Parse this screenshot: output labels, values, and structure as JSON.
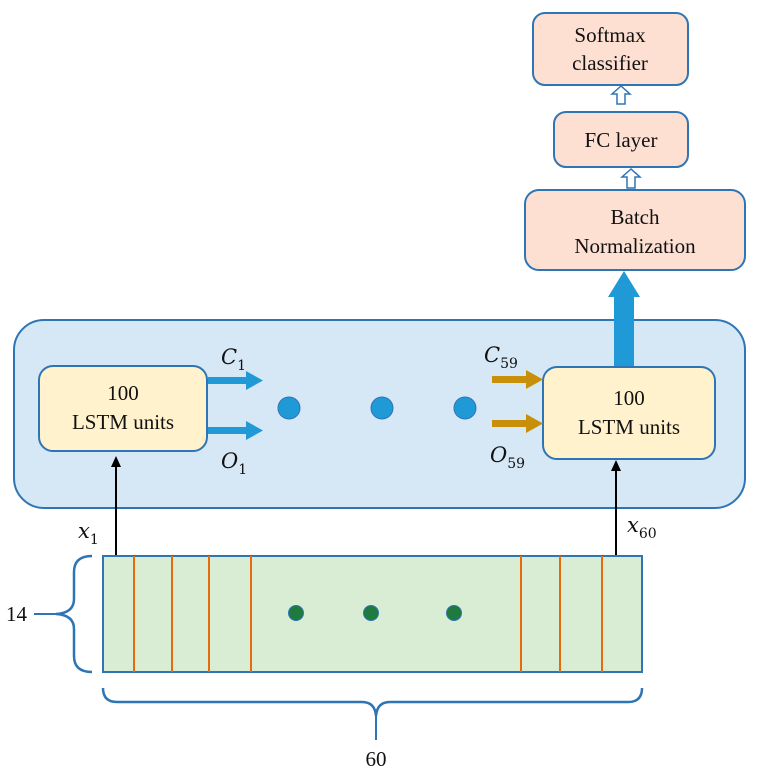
{
  "colors": {
    "lstm_container_fill": "#d6e7f5",
    "lstm_container_stroke": "#2e75b6",
    "lstm_box_fill": "#fff2cc",
    "head_box_fill": "#fde0d2",
    "input_grid_fill": "#d9ecd4",
    "grid_line": "#e46c0a",
    "cell_arrow": "#1f9ad6",
    "prev_arrow": "#c8900a",
    "dot_blue": "#1f9ad6",
    "dot_green": "#1f7a3f",
    "brace": "#2e75b6"
  },
  "head": {
    "softmax": {
      "line1": "Softmax",
      "line2": "classifier"
    },
    "fc": {
      "label": "FC layer"
    },
    "batchnorm": {
      "line1": "Batch",
      "line2": "Normalization"
    }
  },
  "lstm": {
    "first": {
      "line1": "100",
      "line2": "LSTM units"
    },
    "last": {
      "line1": "100",
      "line2": "LSTM units"
    },
    "cell_first": {
      "sym": "C",
      "sub": "1"
    },
    "out_first": {
      "sym": "O",
      "sub": "1"
    },
    "cell_prev": {
      "sym": "C",
      "sub": "59"
    },
    "out_prev": {
      "sym": "O",
      "sub": "59"
    }
  },
  "inputs": {
    "x_first": {
      "sym": "x",
      "sub": "1"
    },
    "x_last": {
      "sym": "x",
      "sub": "60"
    }
  },
  "dims": {
    "features": "14",
    "timesteps": "60"
  },
  "icons": {
    "up-hollow-arrow": "hollow upward arrow",
    "up-solid-arrow": "solid blue upward arrow",
    "right-arrow": "right-pointing arrow",
    "ellipsis-dots": "three dots"
  }
}
